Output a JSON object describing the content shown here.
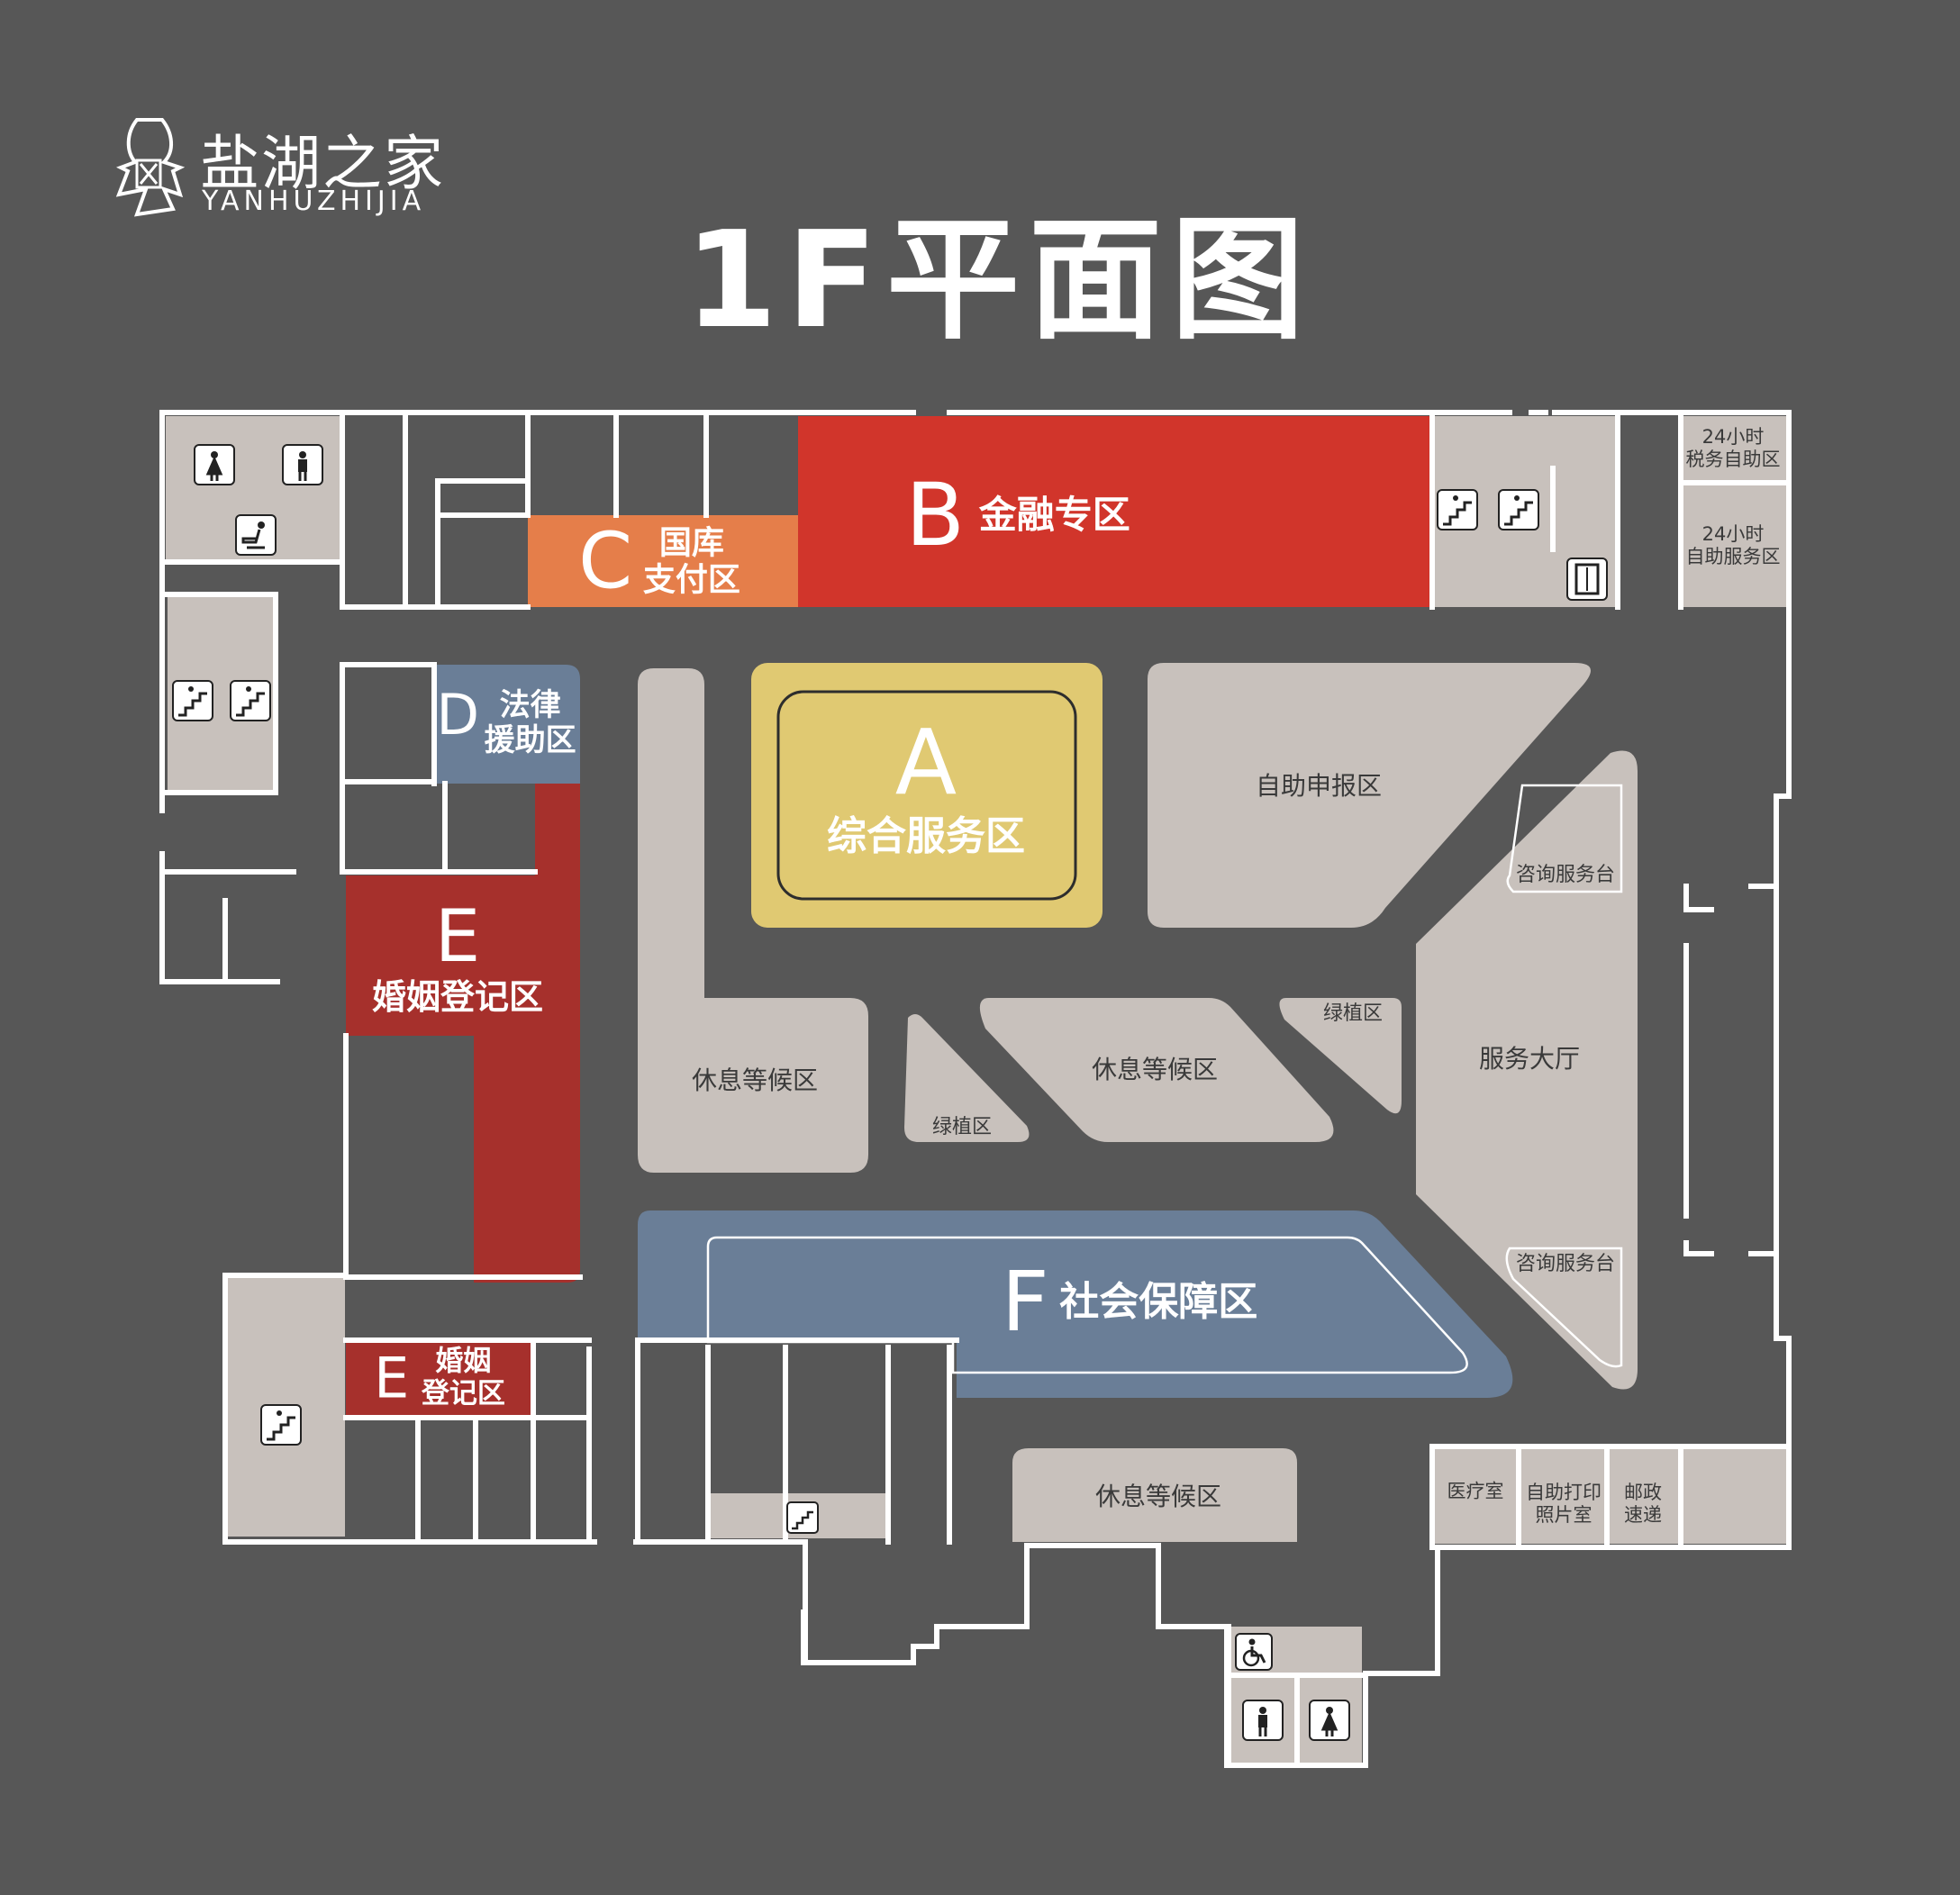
{
  "brand": {
    "name_cn": "盐湖之家",
    "name_en": "YANHUZHIJIA"
  },
  "title": "1F平面图",
  "zones": {
    "A": {
      "letter": "A",
      "name": "综合服务区",
      "color": "#E0C972"
    },
    "B": {
      "letter": "B",
      "name": "金融专区",
      "color": "#D1352B"
    },
    "C": {
      "letter": "C",
      "name1": "国库",
      "name2": "支付区",
      "color": "#E57E4A"
    },
    "D": {
      "letter": "D",
      "name1": "法律",
      "name2": "援助区",
      "color": "#6A7E97"
    },
    "E": {
      "letter": "E",
      "name": "婚姻登记区",
      "color": "#A6302C"
    },
    "E2": {
      "letter": "E",
      "name1": "婚姻",
      "name2": "登记区",
      "color": "#A6302C"
    },
    "F": {
      "letter": "F",
      "name": "社会保障区",
      "color": "#6A7E97"
    }
  },
  "areas": {
    "self_declare": "自助申报区",
    "rest1": "休息等候区",
    "rest2": "休息等候区",
    "rest3": "休息等候区",
    "green1": "绿植区",
    "green2": "绿植区",
    "hall": "服务大厅",
    "consult1": "咨询服务台",
    "consult2": "咨询服务台",
    "tax24_1": "24小时",
    "tax24_2": "税务自助区",
    "self24_1": "24小时",
    "self24_2": "自助服务区",
    "medical": "医疗室",
    "print1": "自助打印",
    "print2": "照片室",
    "post1": "邮政",
    "post2": "速递"
  },
  "icons": [
    "female-toilet-icon",
    "male-toilet-icon",
    "baby-care-icon",
    "stairs-icon",
    "elevator-icon",
    "accessible-icon"
  ],
  "colors": {
    "background": "#575757",
    "wall": "#ffffff",
    "room": "#C8C1BC"
  }
}
